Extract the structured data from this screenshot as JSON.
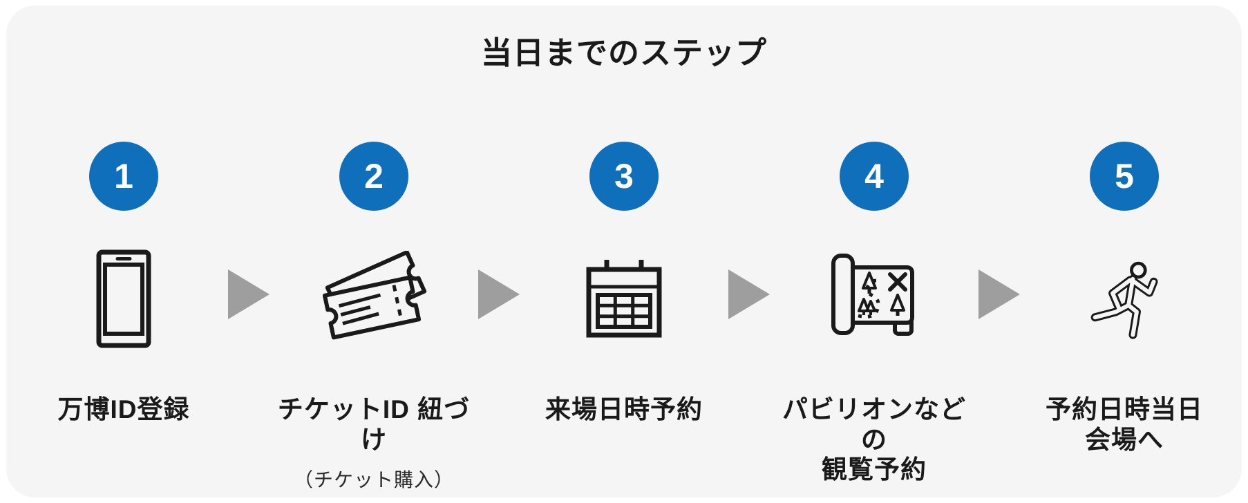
{
  "title": "当日までのステップ",
  "colors": {
    "card_background": "#f5f5f5",
    "page_background": "#ffffff",
    "badge_blue": "#0f6fbb",
    "badge_number_white": "#ffffff",
    "arrow_gray": "#9e9e9e",
    "icon_stroke": "#1a1a1a",
    "text_black": "#1a1a1a"
  },
  "steps": [
    {
      "number": "1",
      "label": "万博ID登録",
      "sublabel": "",
      "icon": "smartphone-icon"
    },
    {
      "number": "2",
      "label": "チケットID 紐づけ",
      "sublabel": "（チケット購入）",
      "icon": "tickets-icon"
    },
    {
      "number": "3",
      "label": "来場日時予約",
      "sublabel": "",
      "icon": "calendar-icon"
    },
    {
      "number": "4",
      "label": "パビリオンなどの\n観覧予約",
      "sublabel": "",
      "icon": "treasure-map-icon"
    },
    {
      "number": "5",
      "label": "予約日時当日\n会場へ",
      "sublabel": "",
      "icon": "runner-icon"
    }
  ]
}
